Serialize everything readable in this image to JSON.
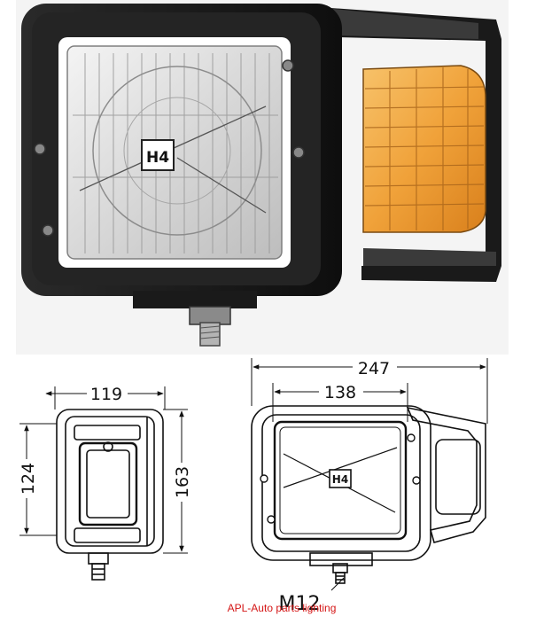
{
  "photo": {
    "bulb_marking": "H4"
  },
  "side_view": {
    "width_value": "119",
    "height_value": "163",
    "lens_height_value": "124"
  },
  "front_view": {
    "overall_width_value": "247",
    "lens_width_value": "138",
    "bulb_marking": "H4",
    "thread_label": "M12"
  },
  "watermark": "APL-Auto parts lighting",
  "colors": {
    "housing": "#1c1c1c",
    "amber_lens": "#f0a23a",
    "line": "#111111",
    "watermark": "#d41515"
  }
}
